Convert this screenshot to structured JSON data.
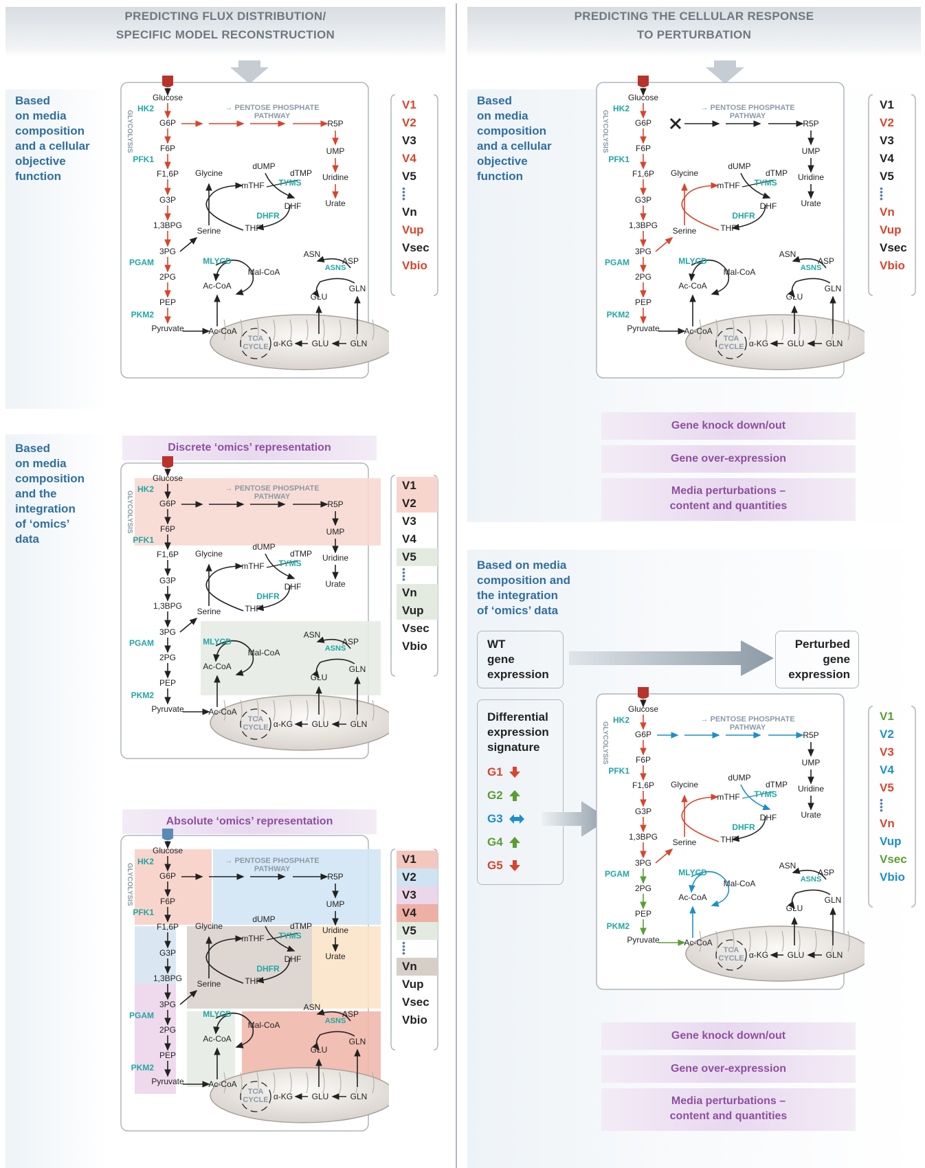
{
  "headers": {
    "left_line1": "PREDICTING FLUX DISTRIBUTION/",
    "left_line2": "SPECIFIC MODEL RECONSTRUCTION",
    "right_line1": "PREDICTING THE CELLULAR RESPONSE",
    "right_line2": "TO PERTURBATION"
  },
  "side_texts": {
    "left_top": [
      "Based",
      "on media",
      "composition",
      "and a cellular",
      "objective",
      "function"
    ],
    "left_bottom": [
      "Based",
      "on media",
      "composition",
      "and the",
      "integration",
      "of ‘omics’",
      "data"
    ],
    "right_top": [
      "Based",
      "on media",
      "composition",
      "and a cellular",
      "objective",
      "function"
    ],
    "right_bottom": [
      "Based on media",
      "composition and",
      "the integration",
      "of ‘omics’ data"
    ]
  },
  "omics_labels": {
    "discrete": "Discrete ‘omics’ representation",
    "absolute": "Absolute ‘omics’ representation"
  },
  "perturbations": {
    "knock": "Gene knock down/out",
    "over": "Gene over-expression",
    "media_l1": "Media perturbations –",
    "media_l2": "content and quantities"
  },
  "wt": [
    "WT",
    "gene",
    "expression"
  ],
  "perturbed": [
    "Perturbed",
    "gene",
    "expression"
  ],
  "diff_signature": [
    "Differential",
    "expression",
    "signature"
  ],
  "genes": [
    {
      "label": "G1",
      "color": "#d9442b",
      "dir": "down"
    },
    {
      "label": "G2",
      "color": "#5a9e32",
      "dir": "up"
    },
    {
      "label": "G3",
      "color": "#1b8fc9",
      "dir": "both"
    },
    {
      "label": "G4",
      "color": "#5a9e32",
      "dir": "up"
    },
    {
      "label": "G5",
      "color": "#d9442b",
      "dir": "down"
    }
  ],
  "flux_lists": {
    "tl": [
      {
        "t": "V1",
        "c": "#d9442b"
      },
      {
        "t": "V2",
        "c": "#d9442b"
      },
      {
        "t": "V3",
        "c": "#222"
      },
      {
        "t": "V4",
        "c": "#d9442b"
      },
      {
        "t": "V5",
        "c": "#222"
      },
      {
        "t": "Vn",
        "c": "#222"
      },
      {
        "t": "Vup",
        "c": "#d9442b"
      },
      {
        "t": "Vsec",
        "c": "#222"
      },
      {
        "t": "Vbio",
        "c": "#d9442b"
      }
    ],
    "tr": [
      {
        "t": "V1",
        "c": "#222"
      },
      {
        "t": "V2",
        "c": "#d9442b"
      },
      {
        "t": "V3",
        "c": "#222"
      },
      {
        "t": "V4",
        "c": "#222"
      },
      {
        "t": "V5",
        "c": "#222"
      },
      {
        "t": "Vn",
        "c": "#d9442b"
      },
      {
        "t": "Vup",
        "c": "#d9442b"
      },
      {
        "t": "Vsec",
        "c": "#222"
      },
      {
        "t": "Vbio",
        "c": "#d9442b"
      }
    ],
    "ml": [
      {
        "t": "V1",
        "c": "#222",
        "bg": "#f7d5cd"
      },
      {
        "t": "V2",
        "c": "#222",
        "bg": "#f7d5cd"
      },
      {
        "t": "V3",
        "c": "#222",
        "bg": ""
      },
      {
        "t": "V4",
        "c": "#222",
        "bg": ""
      },
      {
        "t": "V5",
        "c": "#222",
        "bg": "#e3ebe1"
      },
      {
        "t": "Vn",
        "c": "#222",
        "bg": "#e3ebe1"
      },
      {
        "t": "Vup",
        "c": "#222",
        "bg": "#e3ebe1"
      },
      {
        "t": "Vsec",
        "c": "#222",
        "bg": ""
      },
      {
        "t": "Vbio",
        "c": "#222",
        "bg": ""
      }
    ],
    "bl": [
      {
        "t": "V1",
        "c": "#222",
        "bg": "#f3c7bd"
      },
      {
        "t": "V2",
        "c": "#222",
        "bg": "#cfe3f2"
      },
      {
        "t": "V3",
        "c": "#222",
        "bg": "#ecd6ea"
      },
      {
        "t": "V4",
        "c": "#222",
        "bg": "#eeb0a5"
      },
      {
        "t": "V5",
        "c": "#222",
        "bg": "#e3ebe1"
      },
      {
        "t": "Vn",
        "c": "#222",
        "bg": "#d6cfc8"
      },
      {
        "t": "Vup",
        "c": "#222",
        "bg": ""
      },
      {
        "t": "Vsec",
        "c": "#222",
        "bg": ""
      },
      {
        "t": "Vbio",
        "c": "#222",
        "bg": ""
      }
    ],
    "br": [
      {
        "t": "V1",
        "c": "#5a9e32"
      },
      {
        "t": "V2",
        "c": "#1b8fc9"
      },
      {
        "t": "V3",
        "c": "#d9442b"
      },
      {
        "t": "V4",
        "c": "#1b8fc9"
      },
      {
        "t": "V5",
        "c": "#d9442b"
      },
      {
        "t": "Vn",
        "c": "#d9442b"
      },
      {
        "t": "Vup",
        "c": "#1b8fc9"
      },
      {
        "t": "Vsec",
        "c": "#5a9e32"
      },
      {
        "t": "Vbio",
        "c": "#1b8fc9"
      }
    ]
  },
  "pathway": {
    "glycolysis": "GLYCOLYSIS",
    "ppp1": "→ PENTOSE PHOSPHATE",
    "ppp2": "PATHWAY",
    "tca1": "TCA",
    "tca2": "CYCLE",
    "metabolites": {
      "glucose": "Glucose",
      "g6p": "G6P",
      "f6p": "F6P",
      "f16p": "F1,6P",
      "g3p": "G3P",
      "bpg": "1,3BPG",
      "pg3": "3PG",
      "pg2": "2PG",
      "pep": "PEP",
      "pyruvate": "Pyruvate",
      "r5p": "R5P",
      "ump": "UMP",
      "uridine": "Uridine",
      "urate": "Urate",
      "glycine": "Glycine",
      "serine": "Serine",
      "mthf": "mTHF",
      "thf": "THF",
      "dump": "dUMP",
      "dtmp": "dTMP",
      "dhf": "DHF",
      "accoa": "Ac-CoA",
      "malcoa": "Mal-CoA",
      "asn": "ASN",
      "asp": "ASP",
      "glu": "GLU",
      "gln": "GLN",
      "akg": "α-KG"
    },
    "enzymes": {
      "hk2": "HK2",
      "pfk1": "PFK1",
      "pgam": "PGAM",
      "pkm2": "PKM2",
      "tyms": "TYMS",
      "dhfr": "DHFR",
      "mlycd": "MLYCD",
      "asns": "ASNS"
    }
  },
  "colors": {
    "red": "#d9442b",
    "green": "#5a9e32",
    "blue": "#1b8fc9",
    "teal": "#21a6a6",
    "heading_blue": "#2f6f9f",
    "purple": "#8e4fa0",
    "gray": "#6f7880"
  }
}
